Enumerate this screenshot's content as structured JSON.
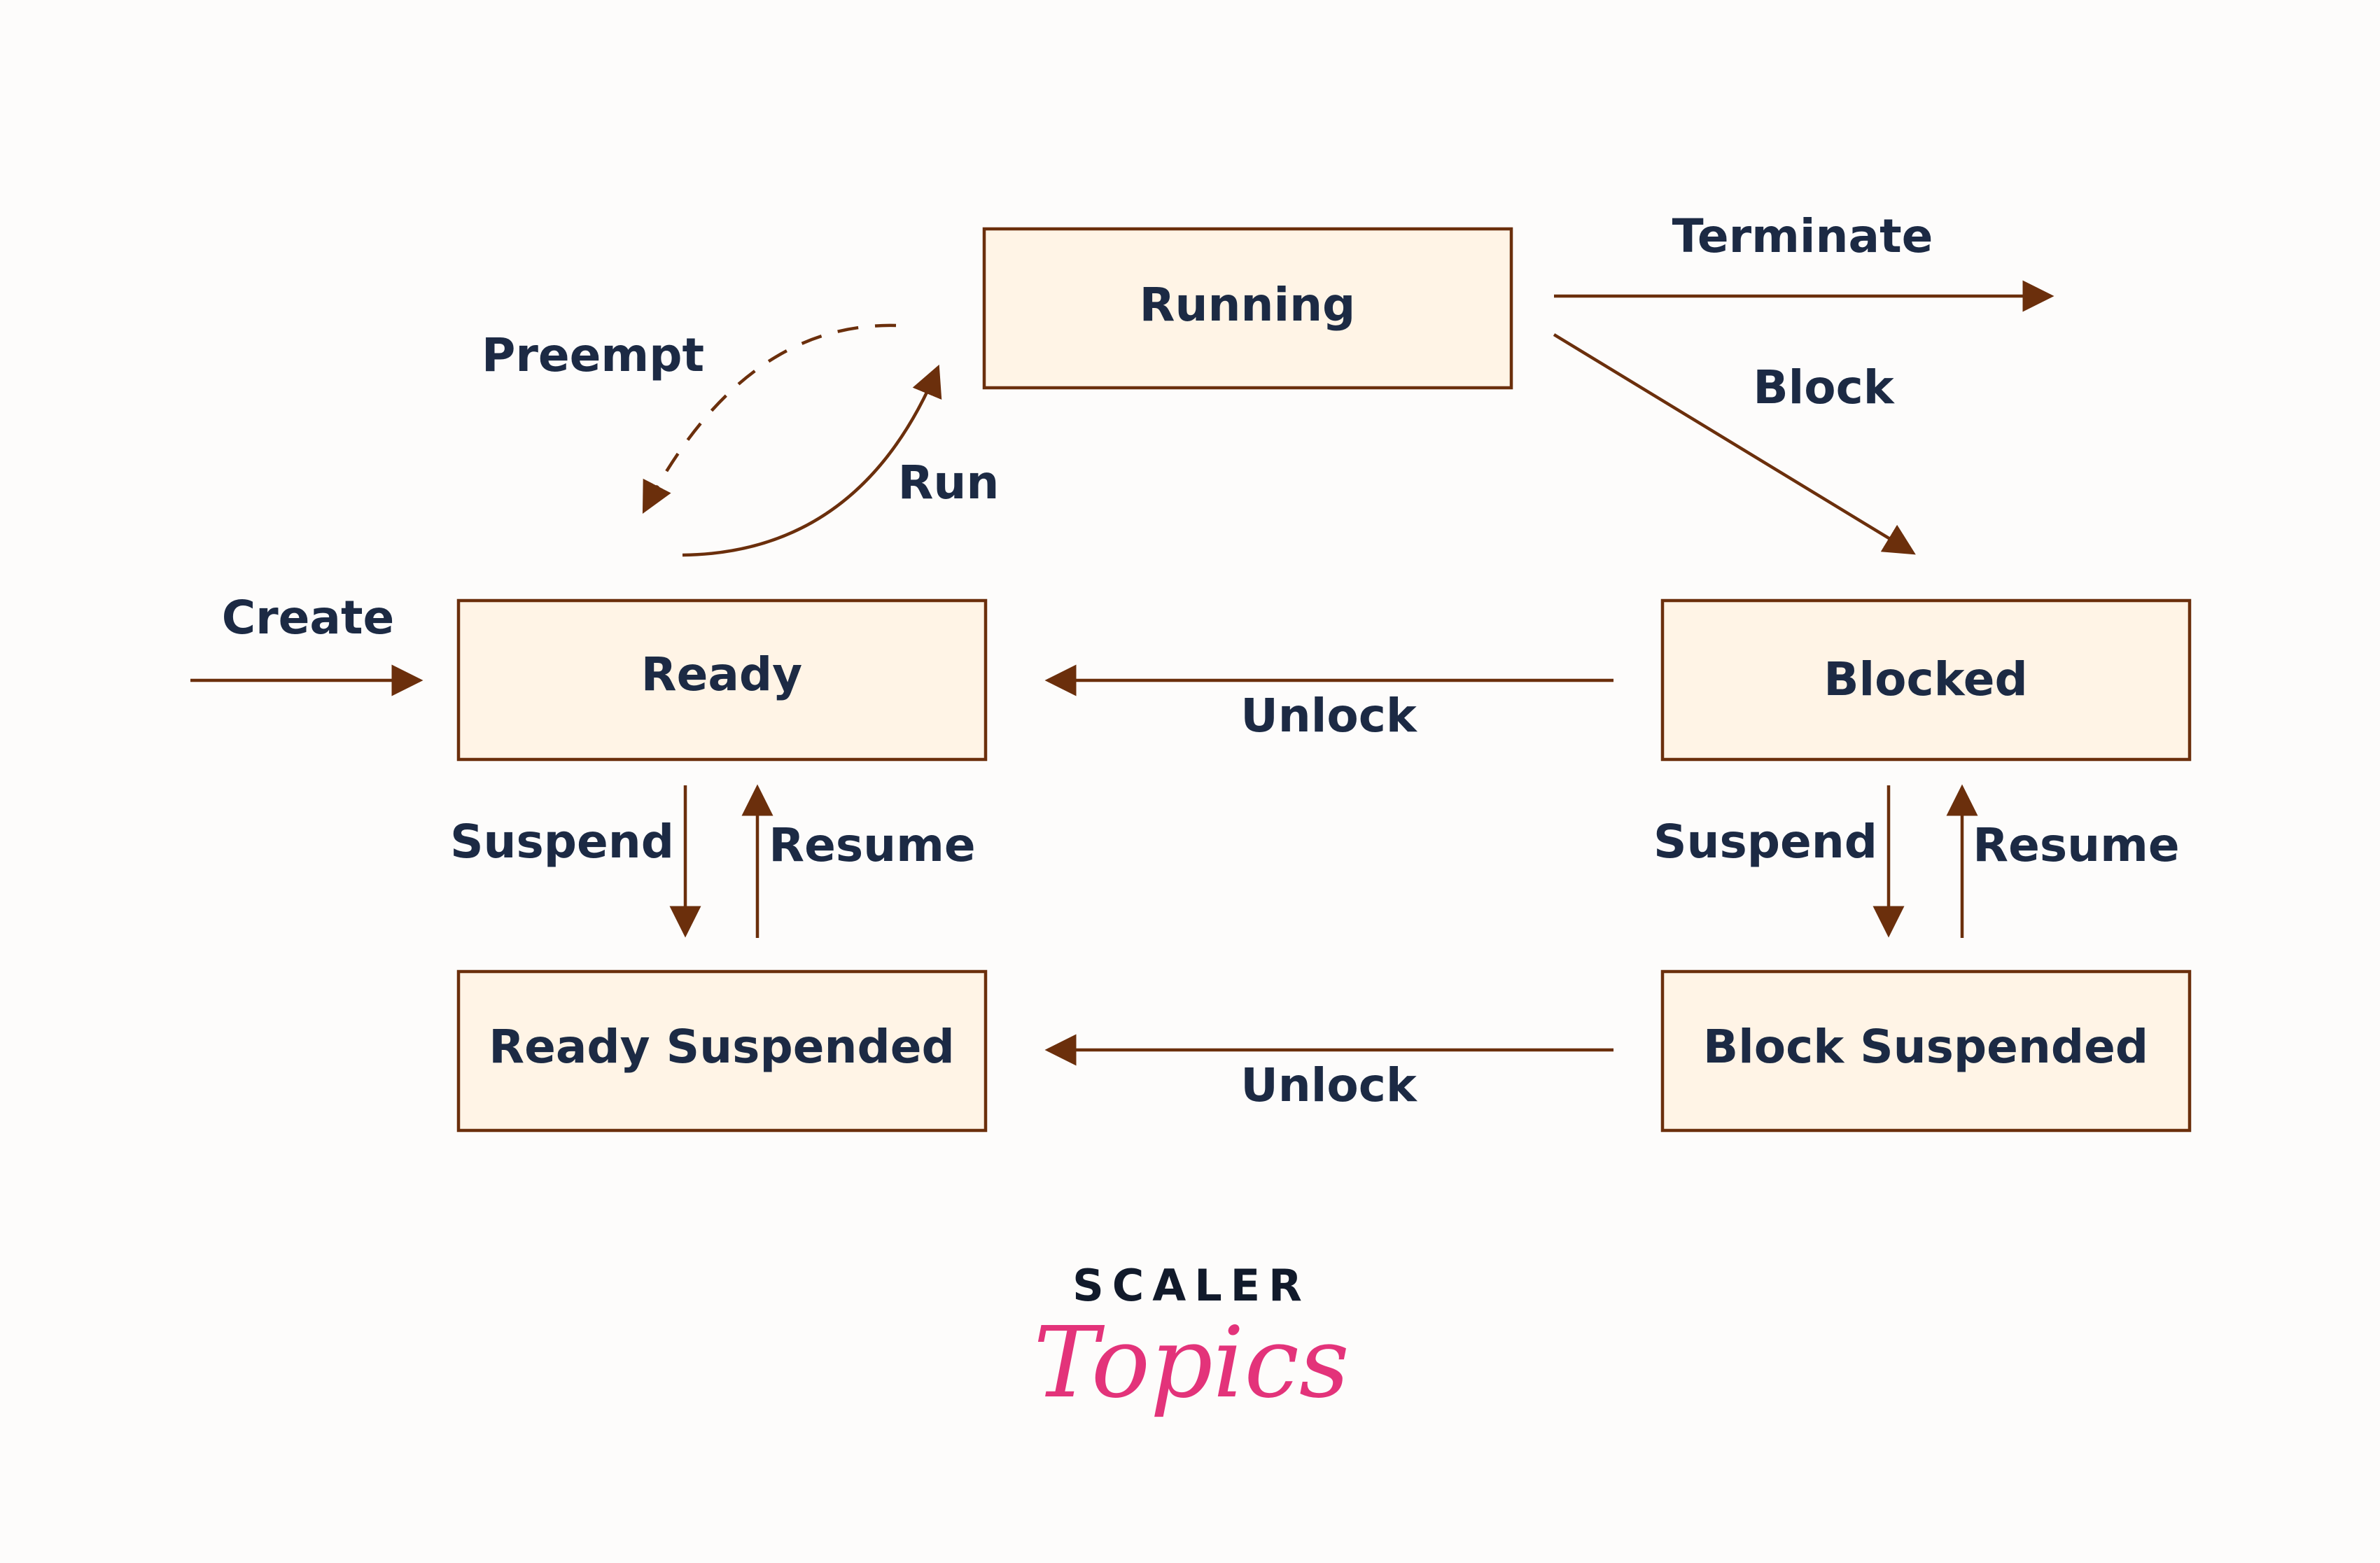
{
  "states": {
    "running": "Running",
    "ready": "Ready",
    "blocked": "Blocked",
    "ready_suspended": "Ready Suspended",
    "block_suspended": "Block Suspended"
  },
  "transitions": {
    "terminate": "Terminate",
    "block": "Block",
    "preempt": "Preempt",
    "run": "Run",
    "create": "Create",
    "unlock_top": "Unlock",
    "unlock_bottom": "Unlock",
    "suspend_left": "Suspend",
    "resume_left": "Resume",
    "suspend_right": "Suspend",
    "resume_right": "Resume"
  },
  "brand": {
    "top": "SCALER",
    "bottom": "Topics"
  },
  "colors": {
    "box_fill": "#fff4e6",
    "stroke": "#6b2f0c",
    "text": "#1c2a44",
    "brand_pink": "#e3337a"
  }
}
